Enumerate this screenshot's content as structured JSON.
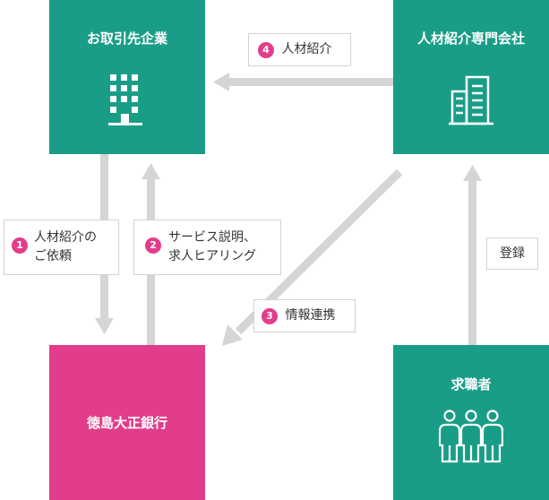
{
  "nodes": {
    "client": "お取引先企業",
    "agency": "人材紹介専門会社",
    "bank": "徳島大正銀行",
    "seeker": "求職者"
  },
  "steps": {
    "s1": {
      "num": "1",
      "line1": "人材紹介の",
      "line2": "ご依頼"
    },
    "s2": {
      "num": "2",
      "line1": "サービス説明、",
      "line2": "求人ヒアリング"
    },
    "s3": {
      "num": "3",
      "text": "情報連携"
    },
    "s4": {
      "num": "4",
      "text": "人材紹介"
    }
  },
  "register": "登録",
  "colors": {
    "teal": "#1a9d87",
    "pink": "#e23d8b",
    "arrow": "#d5d5d5"
  },
  "icons": {
    "client": "office-building-icon",
    "agency": "company-building-icon",
    "seeker": "people-group-icon"
  }
}
